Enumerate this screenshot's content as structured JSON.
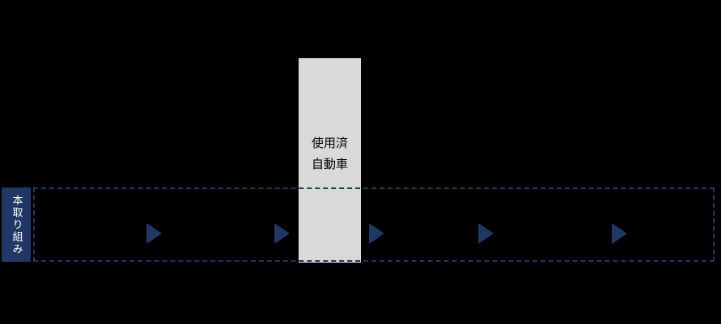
{
  "colors": {
    "background": "#000000",
    "navy": "#1f3864",
    "box_gray": "#d9d9d9",
    "box_text": "#000000",
    "label_text": "#ffffff"
  },
  "diagram": {
    "center_box": {
      "line1": "使用済",
      "line2": "自動車"
    },
    "initiative_label": "本取り組み",
    "arrows": {
      "count": 5,
      "direction": "right"
    }
  }
}
